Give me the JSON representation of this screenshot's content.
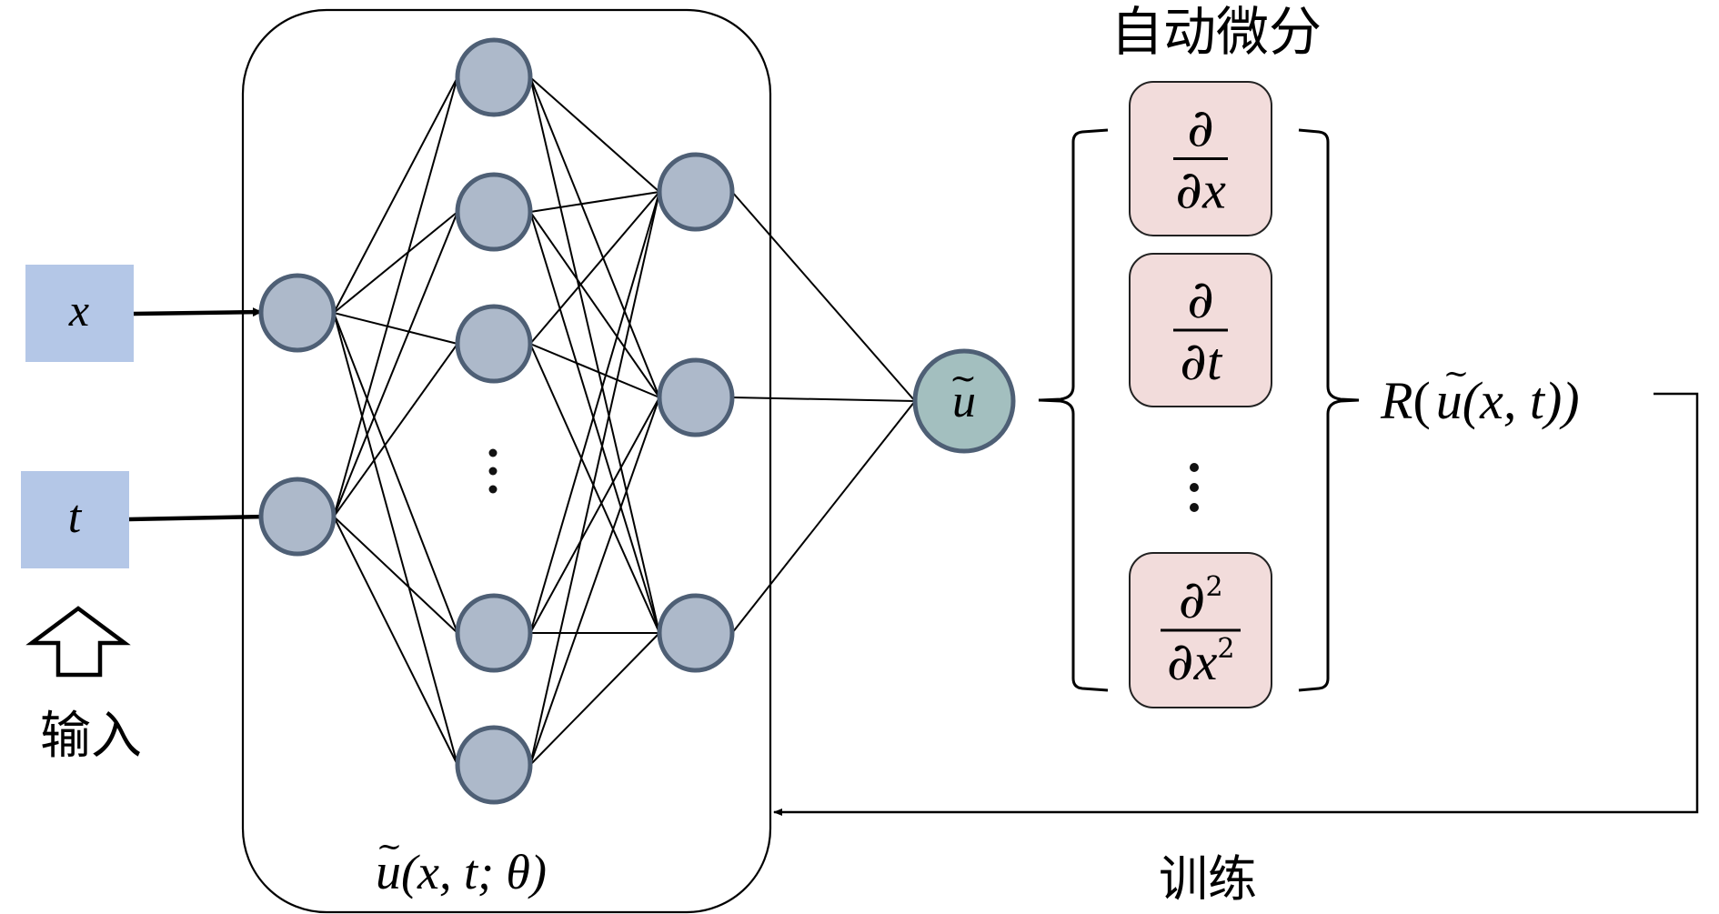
{
  "title": "自动微分",
  "input_label": "输入",
  "train_label": "训练",
  "inputs": [
    {
      "id": "x",
      "label": "x"
    },
    {
      "id": "t",
      "label": "t"
    }
  ],
  "network": {
    "label": "ũ(x, t; θ)",
    "label_parts": {
      "u": "u",
      "args": "(x, t; θ)"
    },
    "layers": [
      {
        "name": "input-layer",
        "nodes": 2,
        "ellipsis": false
      },
      {
        "name": "hidden-layer-1",
        "nodes": 5,
        "ellipsis": true,
        "ellipsis_after": 3
      },
      {
        "name": "hidden-layer-2",
        "nodes": 3,
        "ellipsis": false
      }
    ],
    "output_node": {
      "label": "u",
      "tilde": true
    }
  },
  "derivatives": [
    {
      "numerator": "∂",
      "num_sup": "",
      "denominator": "∂",
      "den_var": "x",
      "den_sup": ""
    },
    {
      "numerator": "∂",
      "num_sup": "",
      "denominator": "∂",
      "den_var": "t",
      "den_sup": ""
    },
    {
      "numerator": "∂",
      "num_sup": "2",
      "denominator": "∂",
      "den_var": "x",
      "den_sup": "2"
    }
  ],
  "derivatives_ellipsis": "⋮",
  "residual": {
    "label": "R(ũ(x, t))",
    "R": "R",
    "open": "(",
    "u": "u",
    "args": "(x, t))"
  },
  "colors": {
    "input_box": "#b4c7e7",
    "node_fill": "#adb9ca",
    "node_stroke": "#4e5f75",
    "output_fill": "#a3bfbf",
    "derivative_fill": "#f2dcdb",
    "line": "#000000"
  }
}
